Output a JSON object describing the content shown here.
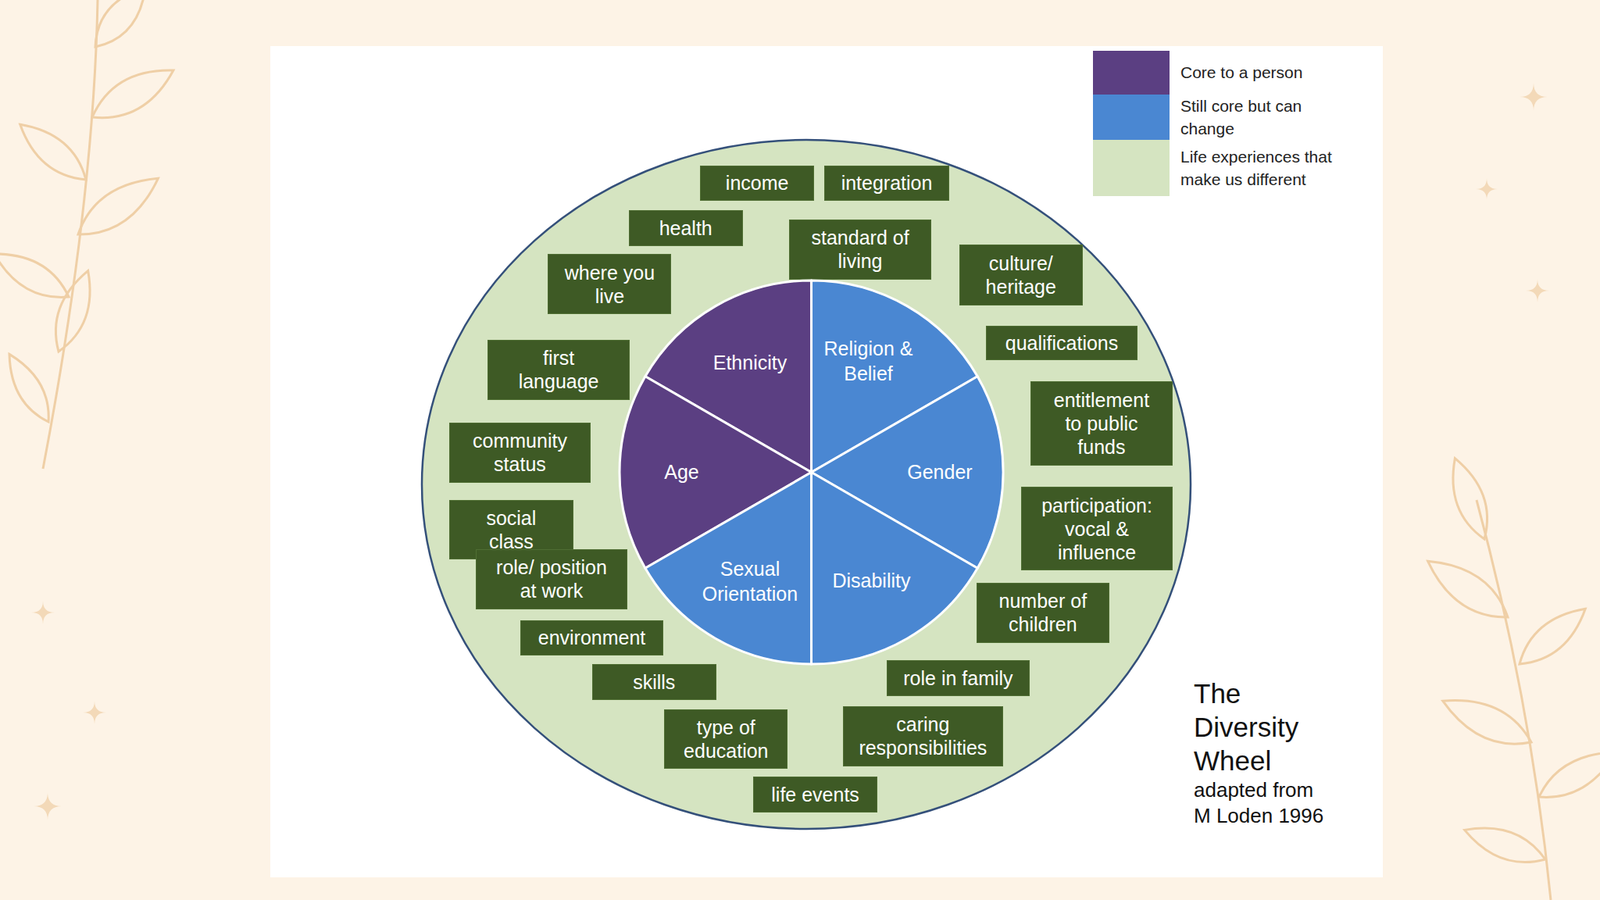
{
  "diagram": {
    "title": "The Diversity Wheel",
    "caption": "adapted from M Loden 1996",
    "nodes": [
      {
        "text": [
          "income"
        ]
      },
      {
        "text": [
          "integration"
        ]
      },
      {
        "text": [
          "health"
        ]
      },
      {
        "text": [
          "standard of living"
        ]
      },
      {
        "text": [
          "where you live"
        ]
      },
      {
        "text": [
          "culture/ heritage"
        ]
      },
      {
        "text": [
          "qualifications"
        ]
      },
      {
        "text": [
          "first language"
        ]
      },
      {
        "text": [
          "entitlement to public funds"
        ]
      },
      {
        "text": [
          "community status"
        ]
      },
      {
        "text": [
          "participation: vocal & influence"
        ]
      },
      {
        "text": [
          "social class"
        ]
      },
      {
        "text": [
          "role/ position at work"
        ]
      },
      {
        "text": [
          "number of children"
        ]
      },
      {
        "text": [
          "environment"
        ]
      },
      {
        "text": [
          "skills"
        ]
      },
      {
        "text": [
          "role in family"
        ]
      },
      {
        "text": [
          "type of education"
        ]
      },
      {
        "text": [
          "caring responsibilities"
        ]
      },
      {
        "text": [
          "life events"
        ]
      },
      {
        "text": [
          "Ethnicity"
        ]
      },
      {
        "text": [
          "Religion & Belief"
        ]
      },
      {
        "text": [
          "Age"
        ]
      },
      {
        "text": [
          "Gender"
        ]
      },
      {
        "text": [
          "Sexual Orientation"
        ]
      },
      {
        "text": [
          "Disability"
        ]
      }
    ],
    "legend": [
      {
        "text": "Core to a person",
        "color": "#5b3f82"
      },
      {
        "text": "Still core but can change",
        "color": "#4a87d2"
      },
      {
        "text": "Life experiences that make us different",
        "color": "#d5e4c1"
      }
    ]
  }
}
